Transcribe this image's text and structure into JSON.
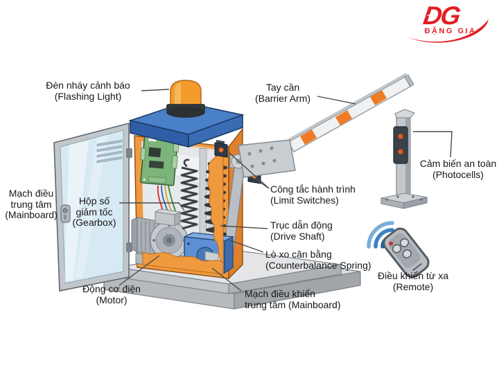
{
  "logo": {
    "monogram": "DG",
    "name": "ĐẶNG GIA",
    "color": "#e11f26"
  },
  "labels": {
    "flashing_light": {
      "line1": "Đèn nháy cảnh báo",
      "line2": "(Flashing Light)"
    },
    "barrier_arm": {
      "line1": "Tay cần",
      "line2": "(Barrier Arm)"
    },
    "photocells": {
      "line1": "Cảm biến an toàn",
      "line2": "(Photocells)"
    },
    "mainboard_left": {
      "line1": "Mạch điều",
      "line2": "trung tâm",
      "line3": "(Mainboard)"
    },
    "gearbox": {
      "line1": "Hộp số",
      "line2": "giảm tốc",
      "line3": "(Gearbox)"
    },
    "limit_switches": {
      "line1": "Công tắc hành trình",
      "line2": "(Limit Switches)"
    },
    "drive_shaft": {
      "line1": "Trục dẫn động",
      "line2": "(Drive Shaft)"
    },
    "counterbalance_spring": {
      "line1": "Lò xo cân bằng",
      "line2": "(Counterbalance Spring)"
    },
    "remote": {
      "line1": "Điều khiển từ xa",
      "line2": "(Remote)"
    },
    "motor": {
      "line1": "Động cơ điện",
      "line2": "(Motor)"
    },
    "mainboard_bottom": {
      "line1": "Mạch điều khiển",
      "line2": "trung tâm (Mainboard)"
    }
  },
  "colors": {
    "brand_red": "#e11f26",
    "cabinet_orange": "#ef9a3f",
    "cabinet_top_blue": "#4a80c8",
    "beacon_orange": "#f39c2b",
    "gearbox_blue": "#5d90d3",
    "pcb_green": "#7cb47a",
    "arm_stripe_orange": "#ef7b25",
    "wifi_blue_dark": "#1d5fa0",
    "wifi_blue_mid": "#3b82c4",
    "wifi_blue_light": "#79aed6"
  }
}
